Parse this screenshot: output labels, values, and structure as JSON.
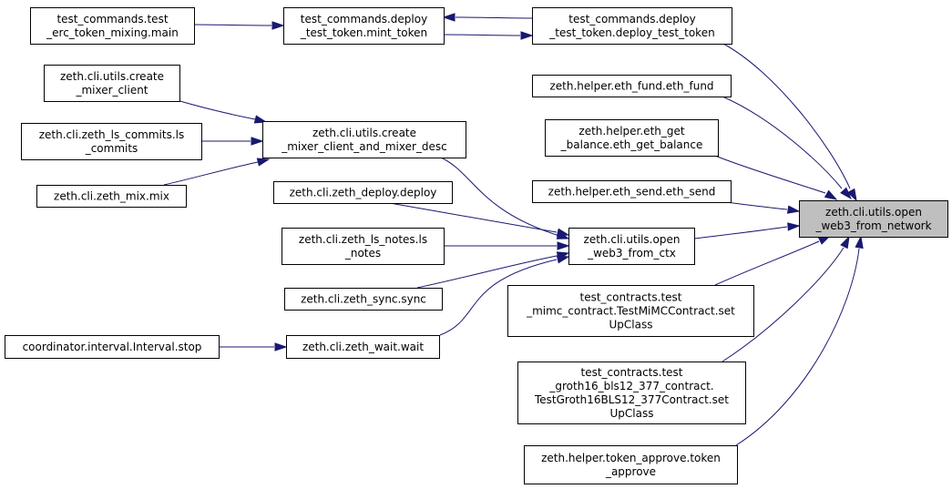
{
  "nodes": {
    "target": {
      "lines": [
        "zeth.cli.utils.open",
        "_web3_from_network"
      ]
    },
    "deploy_test_token": {
      "lines": [
        "test_commands.deploy",
        "_test_token.deploy_test_token"
      ]
    },
    "mint_token": {
      "lines": [
        "test_commands.deploy",
        "_test_token.mint_token"
      ]
    },
    "erc_token_mixing_main": {
      "lines": [
        "test_commands.test",
        "_erc_token_mixing.main"
      ]
    },
    "eth_fund": {
      "lines": [
        "zeth.helper.eth_fund.eth_fund"
      ]
    },
    "eth_get_balance": {
      "lines": [
        "zeth.helper.eth_get",
        "_balance.eth_get_balance"
      ]
    },
    "eth_send": {
      "lines": [
        "zeth.helper.eth_send.eth_send"
      ]
    },
    "open_web3_from_ctx": {
      "lines": [
        "zeth.cli.utils.open",
        "_web3_from_ctx"
      ]
    },
    "create_mixer_client_and_mixer_desc": {
      "lines": [
        "zeth.cli.utils.create",
        "_mixer_client_and_mixer_desc"
      ]
    },
    "create_mixer_client": {
      "lines": [
        "zeth.cli.utils.create",
        "_mixer_client"
      ]
    },
    "ls_commits": {
      "lines": [
        "zeth.cli.zeth_ls_commits.ls",
        "_commits"
      ]
    },
    "zeth_mix": {
      "lines": [
        "zeth.cli.zeth_mix.mix"
      ]
    },
    "zeth_deploy": {
      "lines": [
        "zeth.cli.zeth_deploy.deploy"
      ]
    },
    "ls_notes": {
      "lines": [
        "zeth.cli.zeth_ls_notes.ls",
        "_notes"
      ]
    },
    "zeth_sync": {
      "lines": [
        "zeth.cli.zeth_sync.sync"
      ]
    },
    "zeth_wait": {
      "lines": [
        "zeth.cli.zeth_wait.wait"
      ]
    },
    "interval_stop": {
      "lines": [
        "coordinator.interval.Interval.stop"
      ]
    },
    "mimc_setup": {
      "lines": [
        "test_contracts.test",
        "_mimc_contract.TestMiMCContract.set",
        "UpClass"
      ]
    },
    "groth16_setup": {
      "lines": [
        "test_contracts.test",
        "_groth16_bls12_377_contract.",
        "TestGroth16BLS12_377Contract.set",
        "UpClass"
      ]
    },
    "token_approve": {
      "lines": [
        "zeth.helper.token_approve.token",
        "_approve"
      ]
    }
  },
  "edges": [
    {
      "from": "deploy_test_token",
      "to": "mint_token"
    },
    {
      "from": "mint_token",
      "to": "deploy_test_token"
    },
    {
      "from": "erc_token_mixing_main",
      "to": "mint_token"
    },
    {
      "from": "deploy_test_token",
      "to": "target"
    },
    {
      "from": "eth_fund",
      "to": "target"
    },
    {
      "from": "eth_get_balance",
      "to": "target"
    },
    {
      "from": "eth_send",
      "to": "target"
    },
    {
      "from": "open_web3_from_ctx",
      "to": "target"
    },
    {
      "from": "mimc_setup",
      "to": "target"
    },
    {
      "from": "groth16_setup",
      "to": "target"
    },
    {
      "from": "token_approve",
      "to": "target"
    },
    {
      "from": "create_mixer_client",
      "to": "create_mixer_client_and_mixer_desc"
    },
    {
      "from": "ls_commits",
      "to": "create_mixer_client_and_mixer_desc"
    },
    {
      "from": "zeth_mix",
      "to": "create_mixer_client_and_mixer_desc"
    },
    {
      "from": "create_mixer_client_and_mixer_desc",
      "to": "open_web3_from_ctx"
    },
    {
      "from": "zeth_deploy",
      "to": "open_web3_from_ctx"
    },
    {
      "from": "ls_notes",
      "to": "open_web3_from_ctx"
    },
    {
      "from": "zeth_sync",
      "to": "open_web3_from_ctx"
    },
    {
      "from": "zeth_wait",
      "to": "open_web3_from_ctx"
    },
    {
      "from": "interval_stop",
      "to": "zeth_wait"
    }
  ],
  "colors": {
    "edge": "#191970",
    "node_border": "#000000",
    "node_fill": "#ffffff",
    "highlight_fill": "#bfbfbf"
  }
}
